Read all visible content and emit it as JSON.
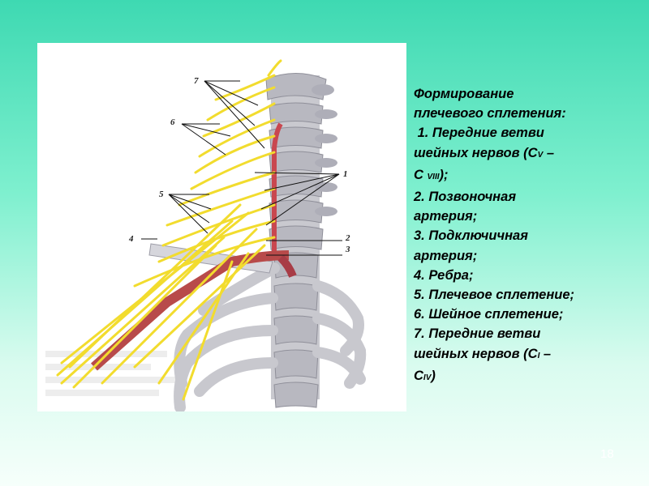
{
  "slide": {
    "page_number": "18"
  },
  "figure": {
    "labels": [
      "7",
      "6",
      "1",
      "5",
      "4",
      "2",
      "3"
    ]
  },
  "caption": {
    "line1": "Формирование",
    "line2": "плечевого сплетения:",
    "line3": " 1. Передние ветви",
    "line4a": "шейных нервов (С",
    "line4sub": "V",
    "line4b": " –",
    "line5a": "С ",
    "line5sub": "VIII",
    "line5b": ");",
    "line6": "2. Позвоночная",
    "line7": "артерия;",
    "line8": "3. Подключичная",
    "line9": "артерия;",
    "line10": "4. Ребра;",
    "line11": "5. Плечевое сплетение;",
    "line12": "6. Шейное сплетение;",
    "line13": "7. Передние ветви",
    "line14a": "шейных нервов (С",
    "line14sub": "I",
    "line14b": " –",
    "line15a": "С",
    "line15sub": "IV",
    "line15b": ")"
  }
}
